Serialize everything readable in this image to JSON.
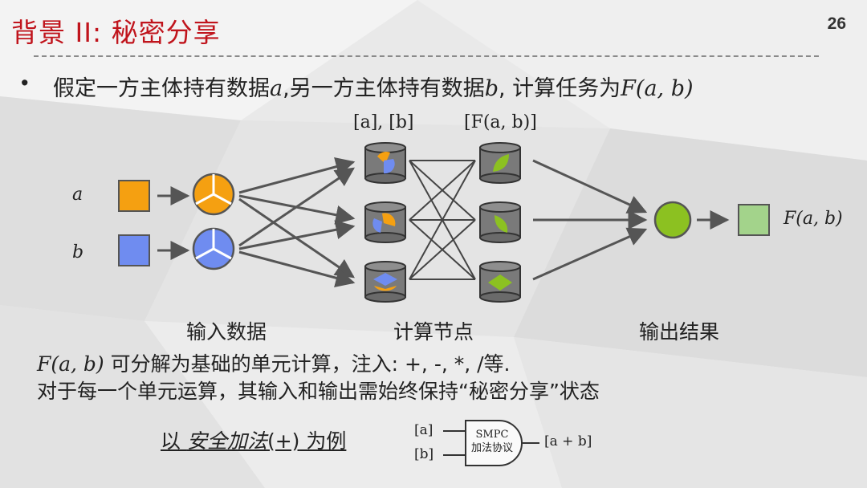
{
  "slide": {
    "title": "背景 II:  秘密分享",
    "page_number": "26"
  },
  "bullet": {
    "marker": "•",
    "prefix": "假定一方主体持有数据",
    "var_a": "a",
    "middle": ",另一方主体持有数据",
    "var_b": "b",
    "suffix": ", 计算任务为",
    "func": "F(a, b)"
  },
  "diagram": {
    "input_a_label": "a",
    "input_b_label": "b",
    "shares_label": "[a], [b]",
    "result_shares_label": "[F(a, b)]",
    "output_label": "F(a, b)",
    "section_input": "输入数据",
    "section_compute": "计算节点",
    "section_output": "输出结果",
    "colors": {
      "a": "#f5a011",
      "b": "#6f8cf0",
      "result": "#8cc121",
      "output_box": "#a3d38b",
      "node": "#7a7a7a"
    }
  },
  "description": {
    "func": "F(a, b)",
    "line1": " 可分解为基础的单元计算，注入: +, -, *, /等.",
    "line2": "对于每一个单元运算，其输入和输出需始终保持“秘密分享”状态"
  },
  "example": {
    "prefix": "以 ",
    "term": "安全加法",
    "op": "(+)",
    "suffix": " 为例",
    "gate_in_a": "[a]",
    "gate_in_b": "[b]",
    "gate_title": "SMPC",
    "gate_subtitle": "加法协议",
    "gate_out": "[a + b]"
  }
}
